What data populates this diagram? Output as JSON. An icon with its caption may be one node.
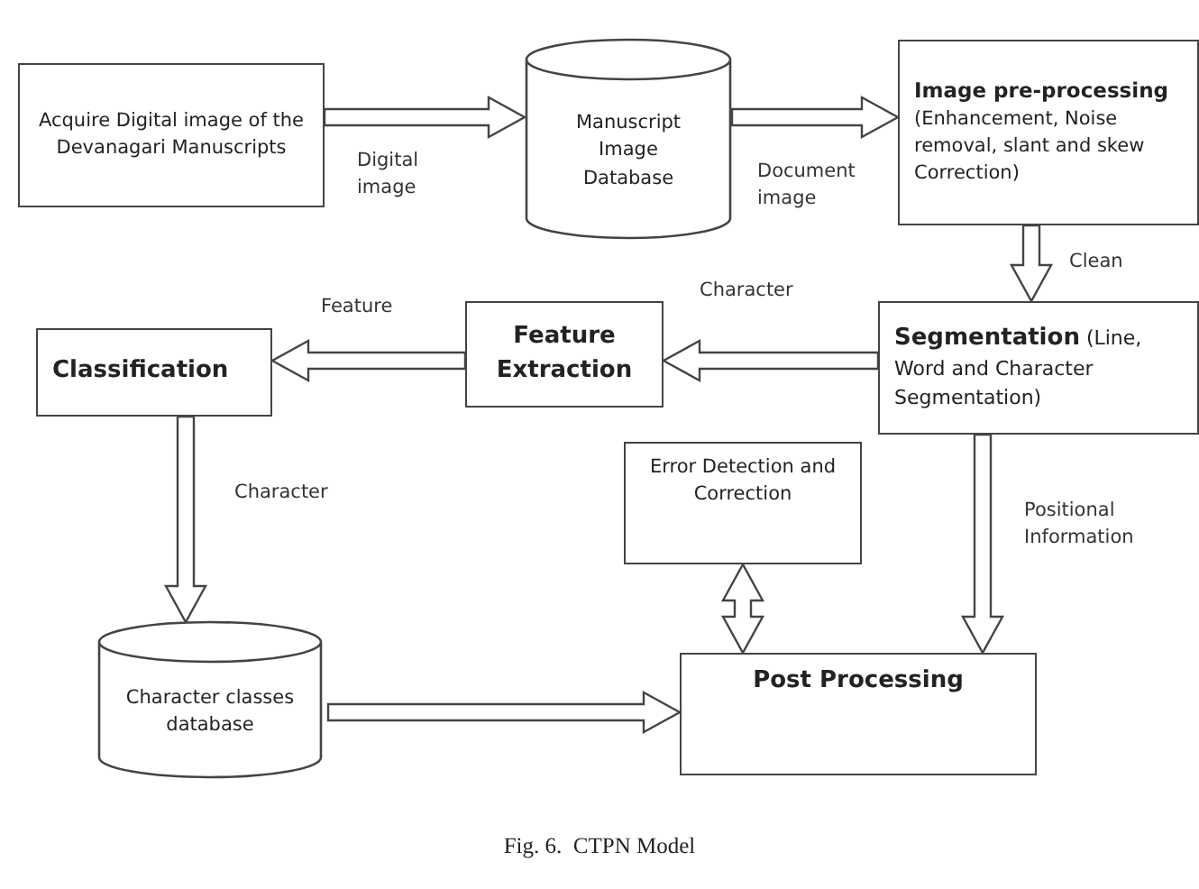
{
  "diagram": {
    "caption": "Fig. 6.  CTPN Model",
    "nodes": [
      {
        "text": [
          "Acquire Digital image of the Devanagari Manuscripts"
        ]
      },
      {
        "text": [
          "Manuscript Image Database"
        ]
      },
      {
        "text": [
          "Image pre-processing",
          "(Enhancement, Noise removal, slant and skew Correction)"
        ]
      },
      {
        "text": [
          "**Segmentation** (Line, Word and Character Segmentation)"
        ]
      },
      {
        "text": [
          "Feature Extraction"
        ]
      },
      {
        "text": [
          "Classification"
        ]
      },
      {
        "text": [
          "Error Detection and Correction"
        ]
      },
      {
        "text": [
          "Character classes database"
        ]
      },
      {
        "text": [
          "Post Processing"
        ]
      }
    ],
    "edges": [
      {
        "from": 0,
        "to": 1,
        "arrow": "to",
        "label": "Digital image"
      },
      {
        "from": 1,
        "to": 2,
        "arrow": "to",
        "label": "Document image"
      },
      {
        "from": 2,
        "to": 3,
        "arrow": "to",
        "label": "Clean"
      },
      {
        "from": 3,
        "to": 4,
        "arrow": "to",
        "label": "Character"
      },
      {
        "from": 4,
        "to": 5,
        "arrow": "to",
        "label": "Feature"
      },
      {
        "from": 5,
        "to": 7,
        "arrow": "to",
        "label": "Character"
      },
      {
        "from": 6,
        "to": 8,
        "arrow": "both"
      },
      {
        "from": 3,
        "to": 8,
        "arrow": "to",
        "label": "Positional Information"
      },
      {
        "from": 7,
        "to": 8,
        "arrow": "to"
      }
    ]
  }
}
